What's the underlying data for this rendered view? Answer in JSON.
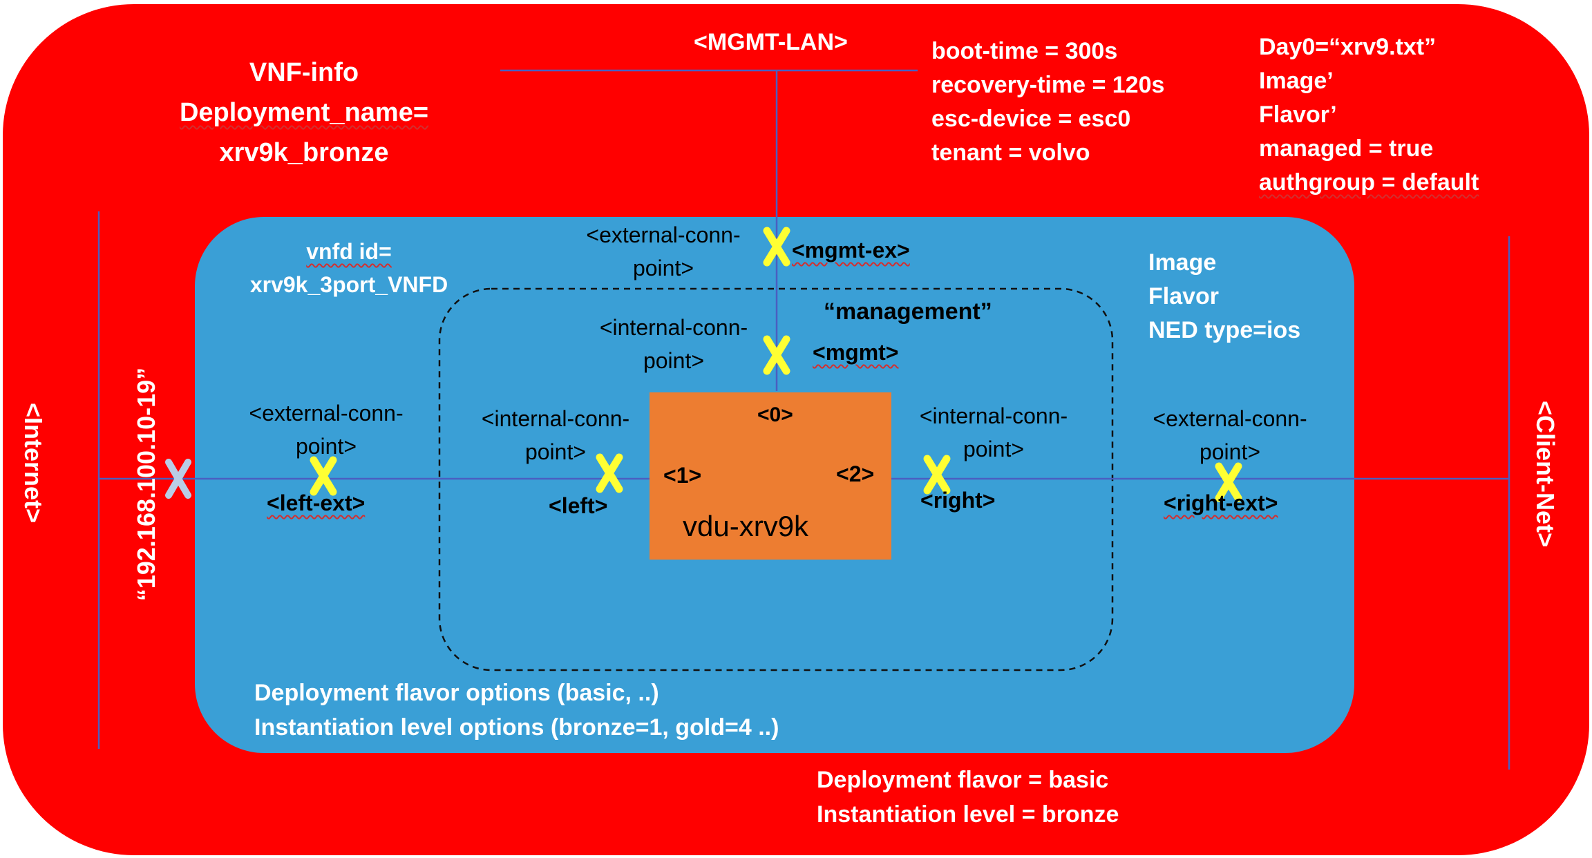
{
  "vnf_info": {
    "title": "VNF-info",
    "deployment_name_line1": "Deployment_name=",
    "deployment_name_line2": "xrv9k_bronze"
  },
  "mgmt_lan": "<MGMT-LAN>",
  "esc_params": [
    "boot-time = 300s",
    "recovery-time = 120s",
    "esc-device = esc0",
    "tenant = volvo"
  ],
  "day0": {
    "line1": "Day0=“xrv9.txt”",
    "line2": "Image’",
    "line3": "Flavor’",
    "line4": "managed = true",
    "line5": "authgroup = default"
  },
  "internet_label": "<Internet>",
  "ip_range": "“192.168.100.10-19”",
  "client_net_label": "<Client-Net>",
  "vnfd": {
    "line1": "vnfd id=",
    "line2": "xrv9k_3port_VNFD"
  },
  "image_flavor": {
    "line1": "Image",
    "line2": "Flavor",
    "line3": "NED type=ios"
  },
  "management_label": "“management”",
  "conn_points": {
    "ext_top_line1": "<external-conn-",
    "ext_top_line2": "point>",
    "mgmt_ex": "<mgmt-ex>",
    "int_top_line1": "<internal-conn-",
    "int_top_line2": "point>",
    "mgmt": "<mgmt>",
    "ext_left_line1": "<external-conn-",
    "ext_left_line2": "point>",
    "left_ext": "<left-ext>",
    "int_left_line1": "<internal-conn-",
    "int_left_line2": "point>",
    "left": "<left>",
    "int_right_line1": "<internal-conn-",
    "int_right_line2": "point>",
    "right": "<right>",
    "ext_right_line1": "<external-conn-",
    "ext_right_line2": "point>",
    "right_ext": "<right-ext>"
  },
  "vdu": {
    "name": "vdu-xrv9k",
    "port0": "<0>",
    "port1": "<1>",
    "port2": "<2>"
  },
  "options": {
    "line1": "Deployment flavor options (basic, ..)",
    "line2": "Instantiation level options (bronze=1, gold=4 ..)"
  },
  "deployment": {
    "line1": "Deployment flavor = basic",
    "line2": "Instantiation level =  bronze"
  },
  "colors": {
    "outer": "#ff0000",
    "inner": "#3a9fd6",
    "vdu": "#ed7d31",
    "marker": "#ffff33",
    "marker_internet": "#b9cde6",
    "line": "#4a5fc1"
  },
  "icons": [
    "x-marker-icon"
  ]
}
